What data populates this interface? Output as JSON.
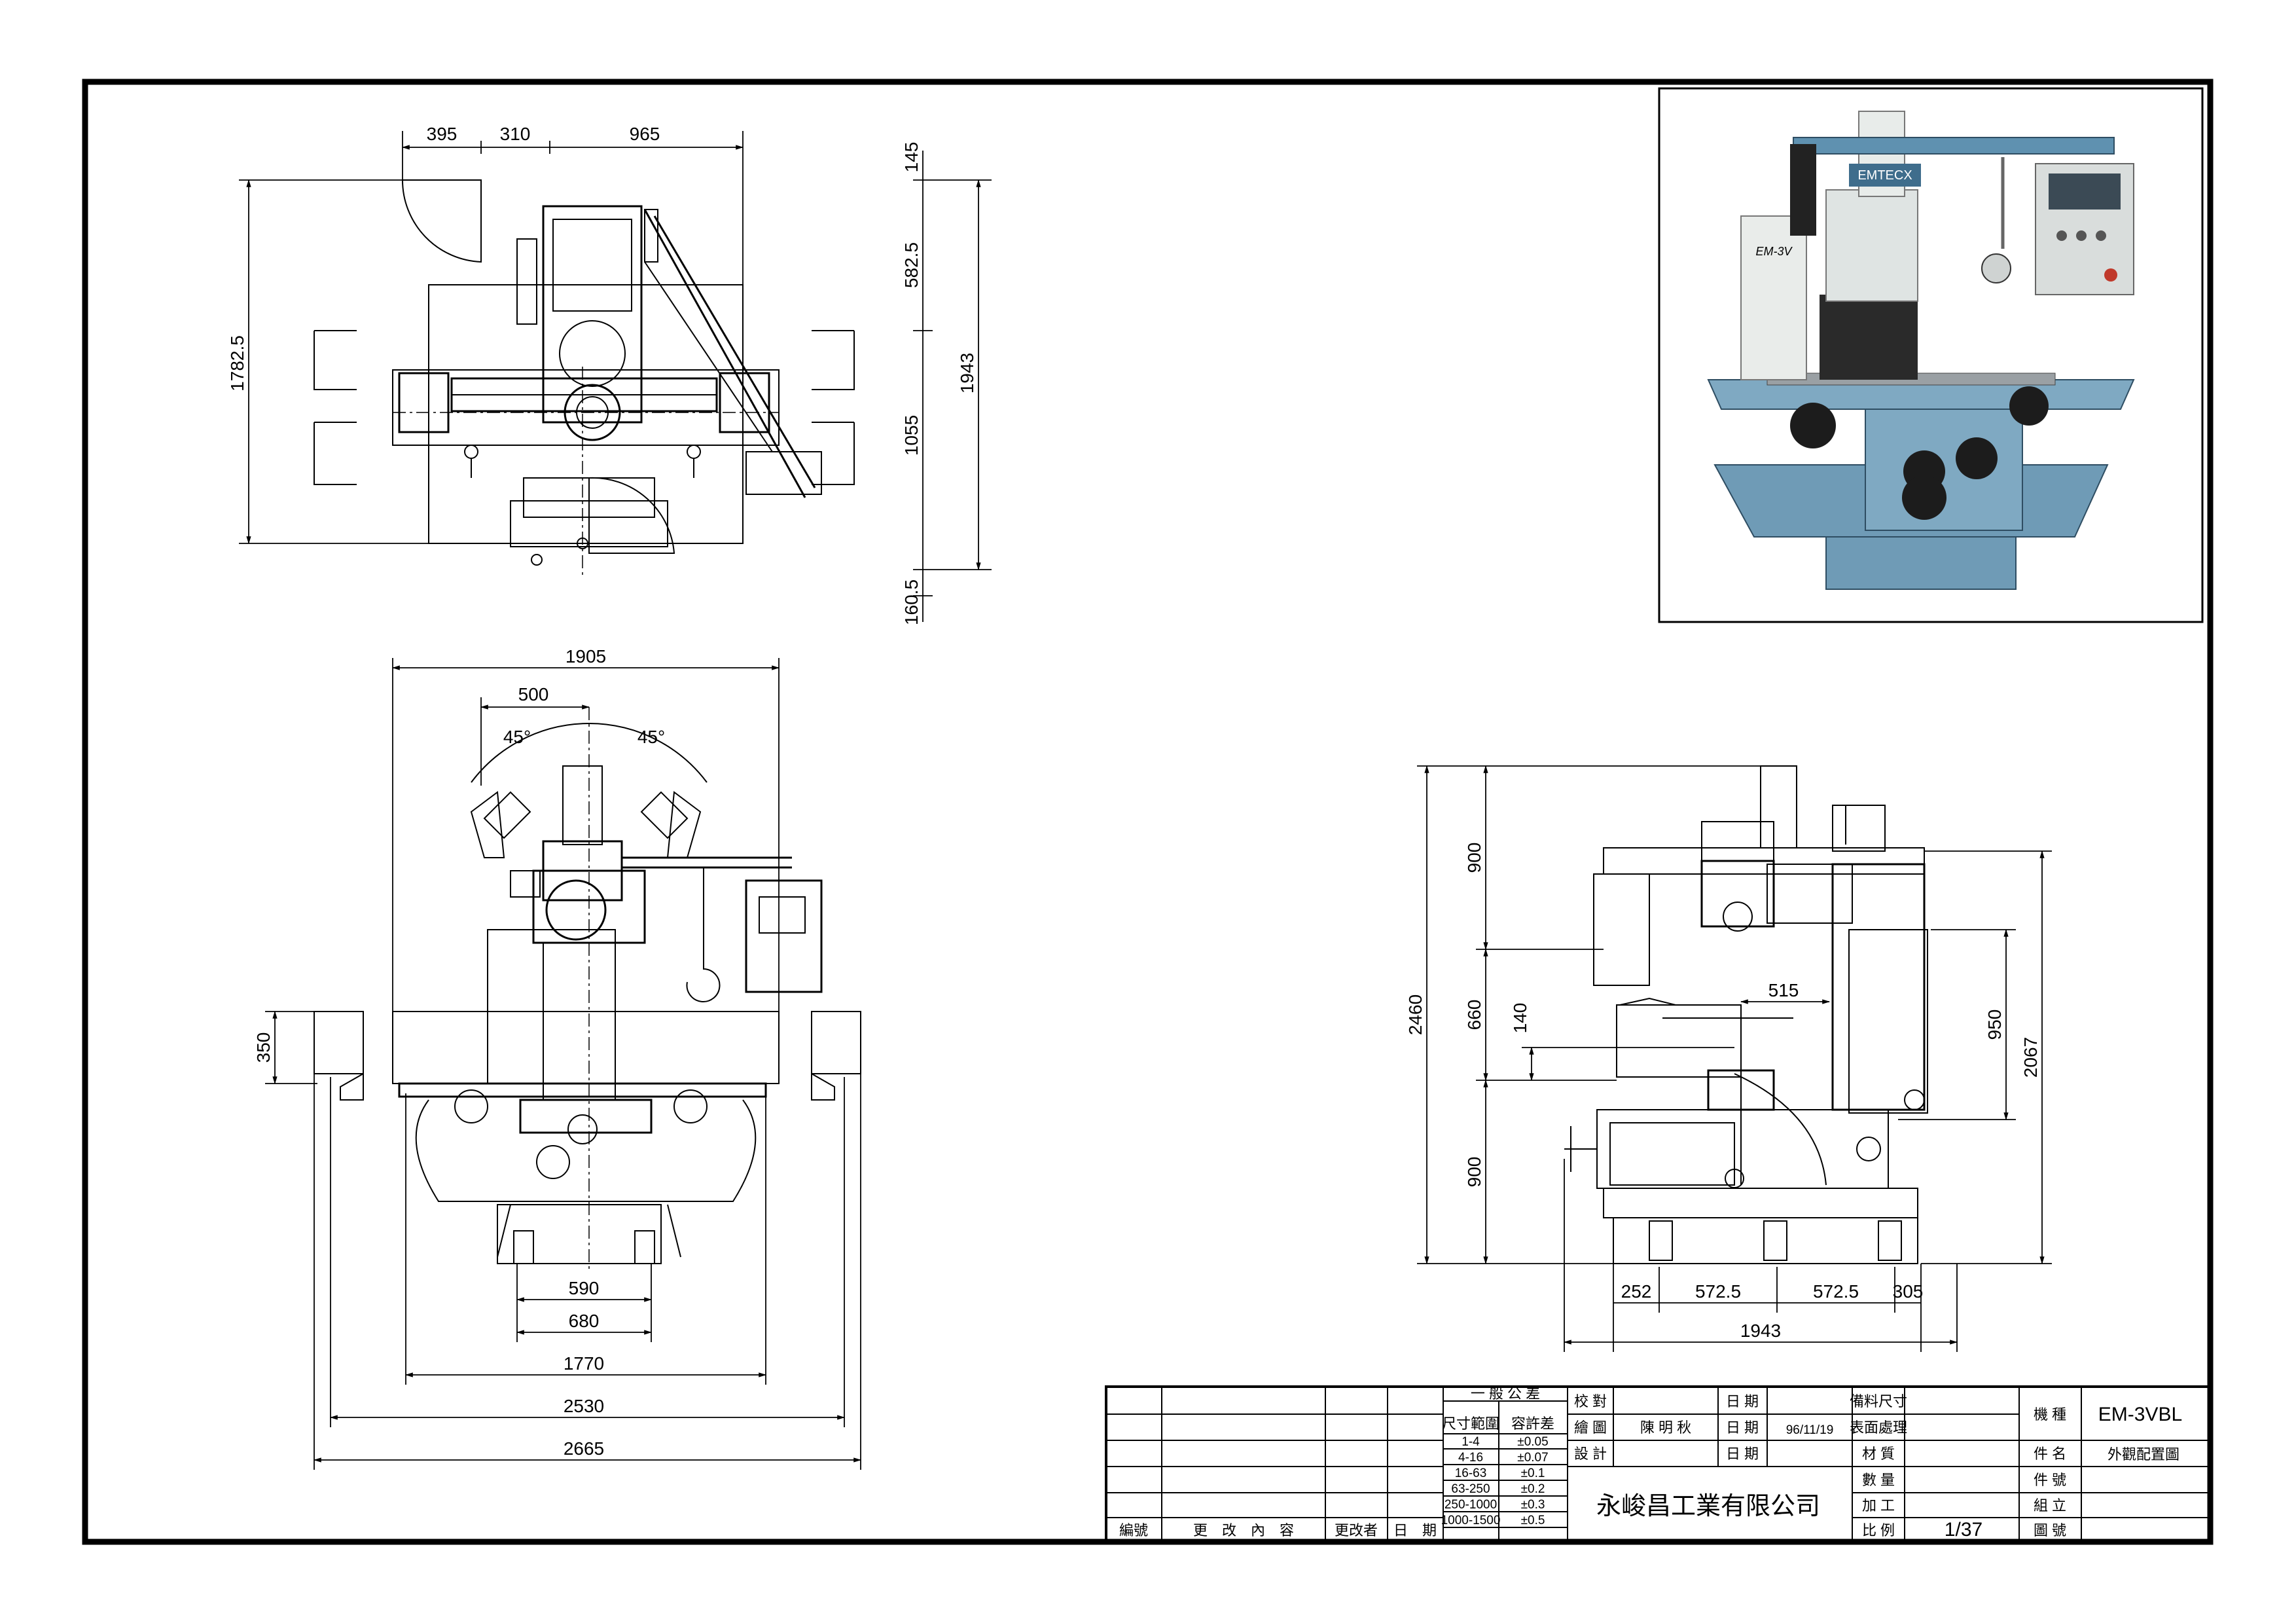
{
  "dimensions": {
    "top_view": {
      "width_a": "395",
      "width_b": "310",
      "width_c": "965",
      "height_left": "1782.5",
      "right_a": "145",
      "right_b": "582.5",
      "right_c": "1055",
      "right_d": "160.5",
      "overall_right": "1943"
    },
    "front_view": {
      "width": "1905",
      "swivel_width": "500",
      "angle_left": "45°",
      "angle_right": "45°",
      "table_height": "350",
      "base_a": "590",
      "base_b": "680",
      "base_c": "1770",
      "base_d": "2530",
      "base_e": "2665"
    },
    "side_view": {
      "h_upper": "900",
      "h_mid": "660",
      "h_lower": "900",
      "h_total": "2460",
      "h_140": "140",
      "reach": "515",
      "h_950": "950",
      "h_2067": "2067",
      "w_a": "252",
      "w_b": "572.5",
      "w_c": "572.5",
      "w_d": "305",
      "w_total": "1943"
    }
  },
  "photo": {
    "brand": "EMTECX",
    "model_plate": "EM-3V"
  },
  "title_block": {
    "revision_headers": {
      "no": "編號",
      "content": "更　改　內　容",
      "changer": "更改者",
      "date": "日　期"
    },
    "tolerance_title": "一 般 公 差",
    "tol_headers": {
      "range": "尺寸範圍",
      "tol": "容許差"
    },
    "tolerances": [
      {
        "range": "1-4",
        "tol": "±0.05"
      },
      {
        "range": "4-16",
        "tol": "±0.07"
      },
      {
        "range": "16-63",
        "tol": "±0.1"
      },
      {
        "range": "63-250",
        "tol": "±0.2"
      },
      {
        "range": "250-1000",
        "tol": "±0.3"
      },
      {
        "range": "1000-1500",
        "tol": "±0.5"
      }
    ],
    "check_label": "校 對",
    "draw_label": "繪 圖",
    "drawer": "陳 明 秋",
    "design_label": "設 計",
    "date_label": "日 期",
    "date_value": "96/11/19",
    "company": "永峻昌工業有限公司",
    "stock_label": "備料尺寸",
    "surface_label": "表面處理",
    "material_label": "材 質",
    "qty_label": "數 量",
    "process_label": "加 工",
    "scale_label": "比 例",
    "scale_value": "1/37",
    "model_label": "機 種",
    "model_value": "EM-3VBL",
    "part_name_label": "件 名",
    "part_name_value": "外觀配置圖",
    "part_no_label": "件 號",
    "assembly_label": "組 立",
    "drawing_no_label": "圖 號"
  }
}
